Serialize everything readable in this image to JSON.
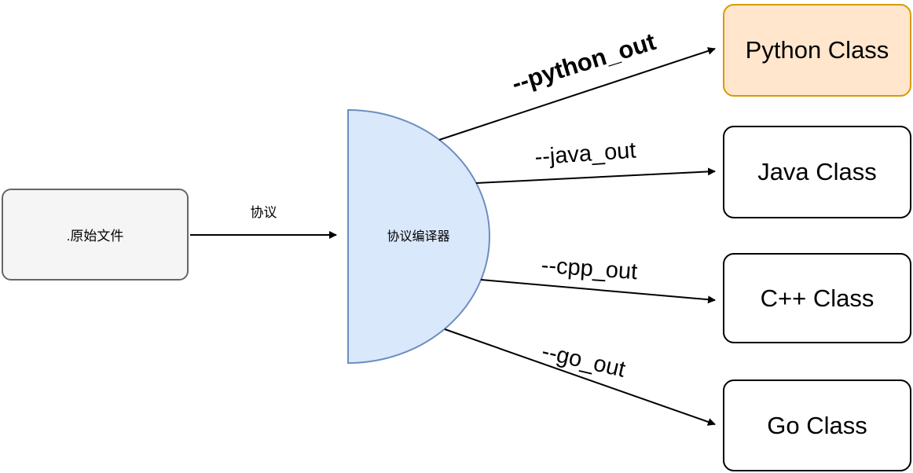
{
  "diagram": {
    "source_node": {
      "label": ".原始文件"
    },
    "compiler_node": {
      "label": "协议编译器"
    },
    "edges": {
      "protocol": {
        "label": "协议"
      },
      "python": {
        "label": "--python_out"
      },
      "java": {
        "label": "--java_out"
      },
      "cpp": {
        "label": "--cpp_out"
      },
      "go": {
        "label": "--go_out"
      }
    },
    "outputs": {
      "python": {
        "label": "Python Class"
      },
      "java": {
        "label": "Java Class"
      },
      "cpp": {
        "label": "C++ Class"
      },
      "go": {
        "label": "Go Class"
      }
    },
    "colors": {
      "compiler_fill": "#dae8fc",
      "compiler_border": "#6c8ebf",
      "python_fill": "#ffe6cc",
      "python_border": "#d79b00",
      "source_fill": "#f5f5f5",
      "source_border": "#666666",
      "arrow": "#000000"
    }
  }
}
